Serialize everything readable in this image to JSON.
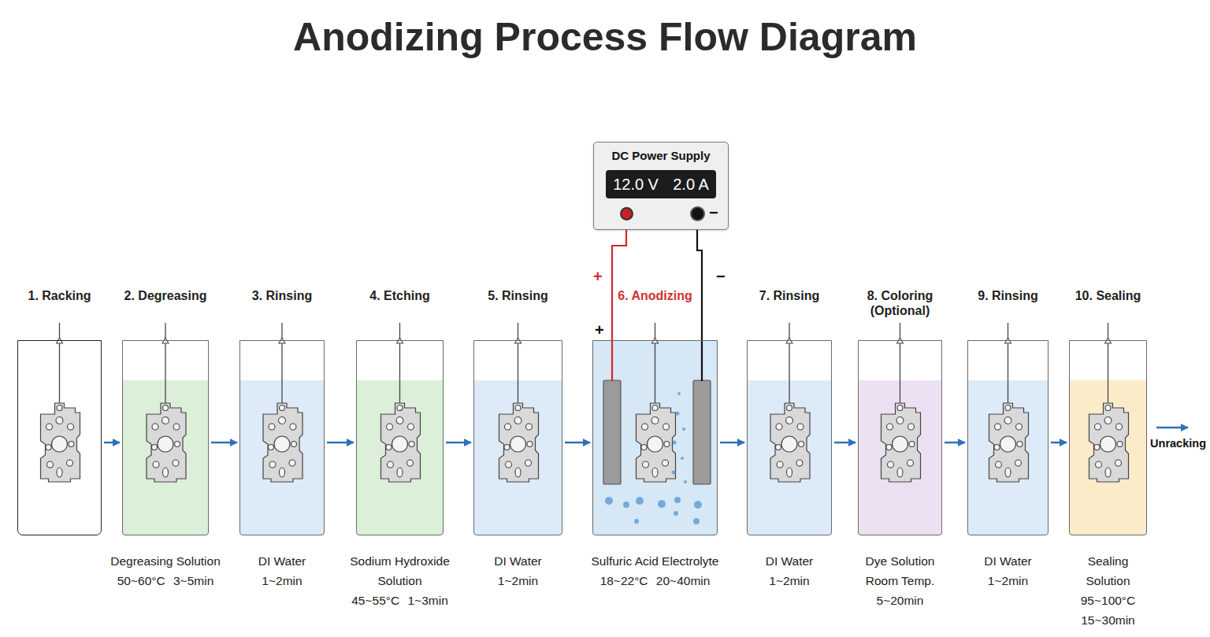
{
  "diagram": {
    "title": "Anodizing Process Flow Diagram",
    "nodes": [
      {
        "text": [
          "DC Power Supply",
          "12.0 V",
          "2.0 A"
        ]
      },
      {
        "text": [
          "1. Racking"
        ]
      },
      {
        "text": [
          "2. Degreasing",
          "Degreasing Solution",
          "50~60°C 3~5min"
        ]
      },
      {
        "text": [
          "3. Rinsing",
          "DI Water",
          "1~2min"
        ]
      },
      {
        "text": [
          "4. Etching",
          "Sodium Hydroxide Solution",
          "45~55°C 1~3min"
        ]
      },
      {
        "text": [
          "5. Rinsing",
          "DI Water",
          "1~2min"
        ]
      },
      {
        "text": [
          "6. Anodizing",
          "Sulfuric Acid Electrolyte",
          "18~22°C 20~40min"
        ]
      },
      {
        "text": [
          "7. Rinsing",
          "DI Water",
          "1~2min"
        ]
      },
      {
        "text": [
          "8. Coloring (Optional)",
          "Dye Solution",
          "Room Temp. 5~20min"
        ]
      },
      {
        "text": [
          "9. Rinsing",
          "DI Water",
          "1~2min"
        ]
      },
      {
        "text": [
          "10. Sealing",
          "Sealing Solution",
          "95~100°C 15~30min"
        ]
      }
    ],
    "edges": [
      {
        "from": 1,
        "to": 2,
        "arrow": "to"
      },
      {
        "from": 2,
        "to": 3,
        "arrow": "to"
      },
      {
        "from": 3,
        "to": 4,
        "arrow": "to"
      },
      {
        "from": 4,
        "to": 5,
        "arrow": "to"
      },
      {
        "from": 5,
        "to": 6,
        "arrow": "to"
      },
      {
        "from": 6,
        "to": 7,
        "arrow": "to"
      },
      {
        "from": 7,
        "to": 8,
        "arrow": "to"
      },
      {
        "from": 8,
        "to": 9,
        "arrow": "to"
      },
      {
        "from": 9,
        "to": 10,
        "arrow": "to"
      }
    ],
    "labels": [
      "−",
      "+",
      "−",
      "+",
      "Unracking"
    ]
  }
}
